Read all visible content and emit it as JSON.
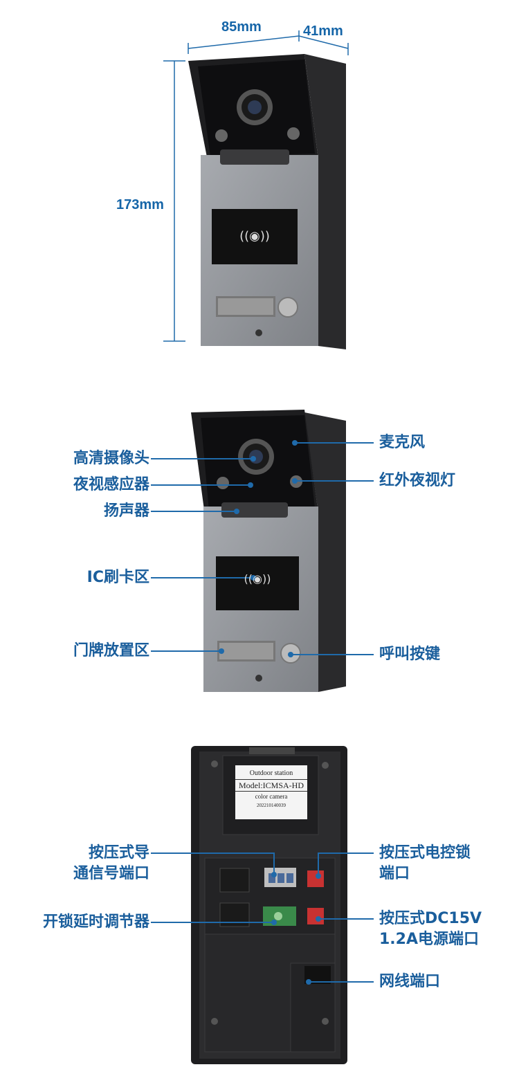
{
  "dimensions": {
    "width": "85mm",
    "depth": "41mm",
    "height": "173mm"
  },
  "labels": {
    "camera": "高清摄像头",
    "night_sensor": "夜视感应器",
    "speaker": "扬声器",
    "ic_area": "IC刷卡区",
    "nameplate": "门牌放置区",
    "microphone": "麦克风",
    "ir_light": "红外夜视灯",
    "call_button": "呼叫按键",
    "comm_port_line1": "按压式导",
    "comm_port_line2": "通信号端口",
    "unlock_delay": "开锁延时调节器",
    "lock_port_line1": "按压式电控锁",
    "lock_port_line2": "端口",
    "power_port_line1": "按压式DC15V",
    "power_port_line2": "1.2A电源端口",
    "network_port": "网线端口"
  },
  "rear_sticker": {
    "line1": "Outdoor station",
    "line2": "Model:ICMSA-HD",
    "line3": "color camera",
    "serial": "20221014003​9"
  },
  "colors": {
    "accent": "#1f6aaa",
    "panel": "#8c8f94",
    "housing": "#2b2b2d"
  },
  "icons": {
    "rfid": "rfid-icon",
    "call": "bell-button-icon"
  }
}
